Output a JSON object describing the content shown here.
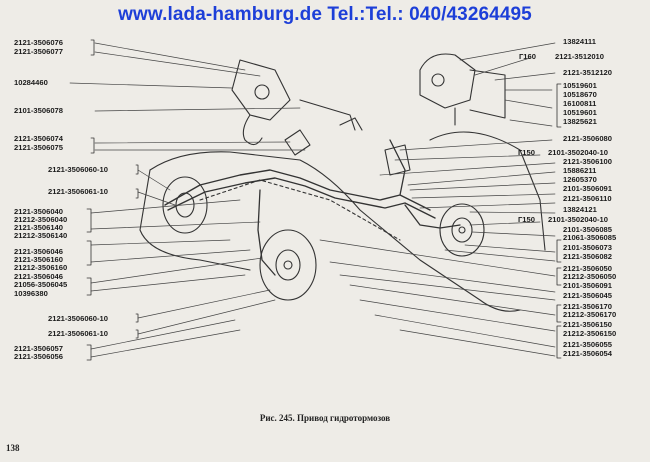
{
  "banner": "www.lada-hamburg.de Tel.:Tel.: 040/43264495",
  "caption": "Рис. 245. Привод гидротормозов",
  "page_number": "138",
  "left_labels": [
    "2121-3506076",
    "2121-3506077",
    "10284460",
    "2101-3506078",
    "2121-3506074",
    "2121-3506075",
    "2121-3506060-10",
    "2121-3506061-10",
    "2121-3506040",
    "21212-3506040",
    "2121-3506140",
    "21212-3506140",
    "2121-3506046",
    "2121-3506160",
    "21212-3506160",
    "2121-3506046",
    "21056-3506045",
    "10396380",
    "2121-3506060-10",
    "2121-3506061-10",
    "2121-3506057",
    "2121-3506056"
  ],
  "right_labels": [
    "13824111",
    "Г160",
    "2121-3512010",
    "2121-3512120",
    "10519601",
    "10518670",
    "16100811",
    "10519601",
    "13825621",
    "2121-3506080",
    "Г150",
    "2101-3502040-10",
    "2121-3506100",
    "15886211",
    "12605370",
    "2101-3506091",
    "2121-3506110",
    "13824121",
    "Г150",
    "2101-3502040-10",
    "2101-3506085",
    "21061-3506085",
    "2101-3506073",
    "2121-3506082",
    "2121-3506050",
    "21212-3506050",
    "2101-3506091",
    "2121-3506045",
    "2121-3506170",
    "21212-3506170",
    "2121-3506150",
    "21212-3506150",
    "2121-3506055",
    "2121-3506054"
  ]
}
